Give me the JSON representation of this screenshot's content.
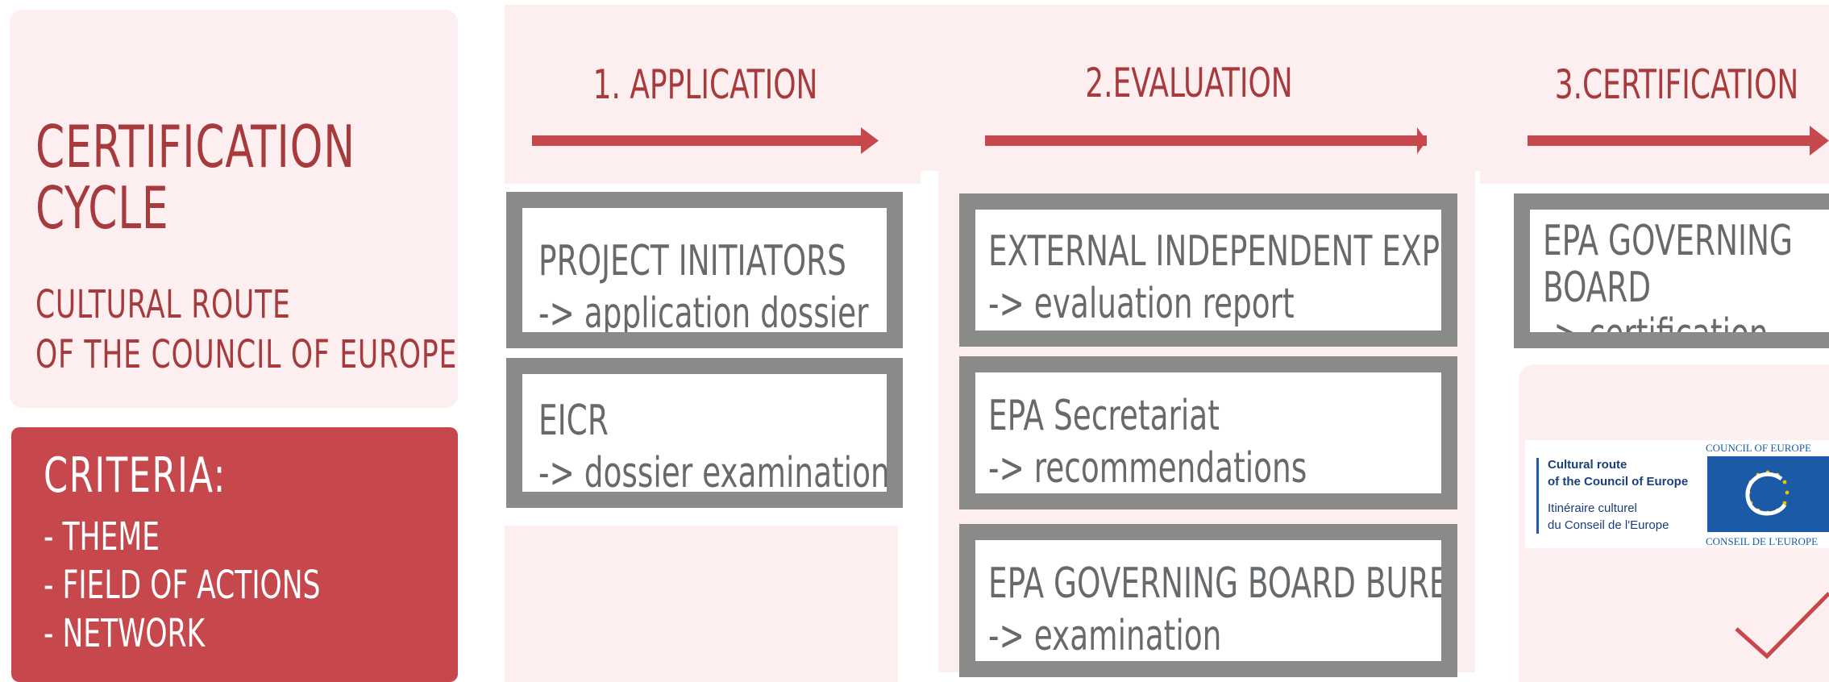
{
  "title": {
    "lines": [
      "CERTIFICATION",
      "CYCLE"
    ]
  },
  "subtitle": {
    "lines": [
      "CULTURAL ROUTE",
      "OF THE COUNCIL OF EUROPE"
    ]
  },
  "criteria": {
    "heading": "CRITERIA:",
    "items": [
      "- THEME",
      "- FIELD OF ACTIONS",
      "- NETWORK"
    ]
  },
  "stages": [
    {
      "label": "1. APPLICATION"
    },
    {
      "label": "2.EVALUATION"
    },
    {
      "label": "3.CERTIFICATION"
    }
  ],
  "boxes": {
    "project_initiators": [
      "PROJECT INITIATORS",
      " -> application dossier"
    ],
    "eicr": [
      "EICR",
      "-> dossier examination"
    ],
    "external_experts": [
      "EXTERNAL INDEPENDENT EXPERTS",
      "-> evaluation report"
    ],
    "epa_secretariat": [
      "EPA Secretariat",
      "-> recommendations"
    ],
    "governing_board_bureau": [
      "EPA GOVERNING BOARD BUREAU",
      "-> examination"
    ],
    "governing_board": [
      "EPA GOVERNING",
      "BOARD",
      "-> certification"
    ]
  },
  "logo": {
    "label_en_1": "Cultural route",
    "label_en_2": "of the Council of Europe",
    "label_fr_1": "Itinéraire culturel",
    "label_fr_2": "du Conseil de l'Europe",
    "coe_top": "COUNCIL OF EUROPE",
    "coe_bottom": "CONSEIL DE L'EUROPE"
  },
  "colors": {
    "accent_red": "#c6484c",
    "text_red": "#a63a3c",
    "panel_pink": "#fdeef0",
    "box_border_grey": "#8a8b88",
    "box_text_grey": "#676a6c",
    "coe_blue": "#1a5aa6"
  }
}
